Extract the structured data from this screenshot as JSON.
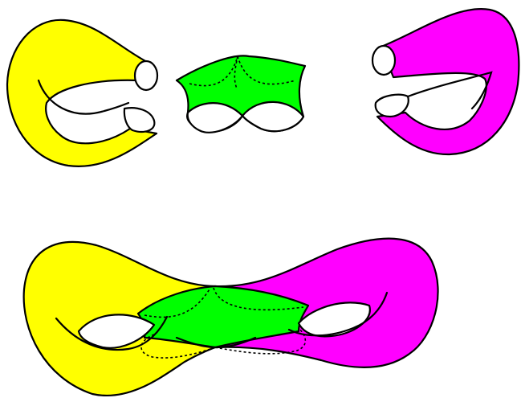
{
  "colors": {
    "left_piece": "#ffff00",
    "middle_piece": "#00ff00",
    "right_piece": "#ff00ff",
    "outline": "#000000",
    "background": "#ffffff"
  },
  "pieces": {
    "top_row": [
      "left-handle-piece",
      "middle-pants-piece",
      "right-handle-piece"
    ],
    "bottom_row": [
      "glued-genus-two-surface"
    ]
  }
}
